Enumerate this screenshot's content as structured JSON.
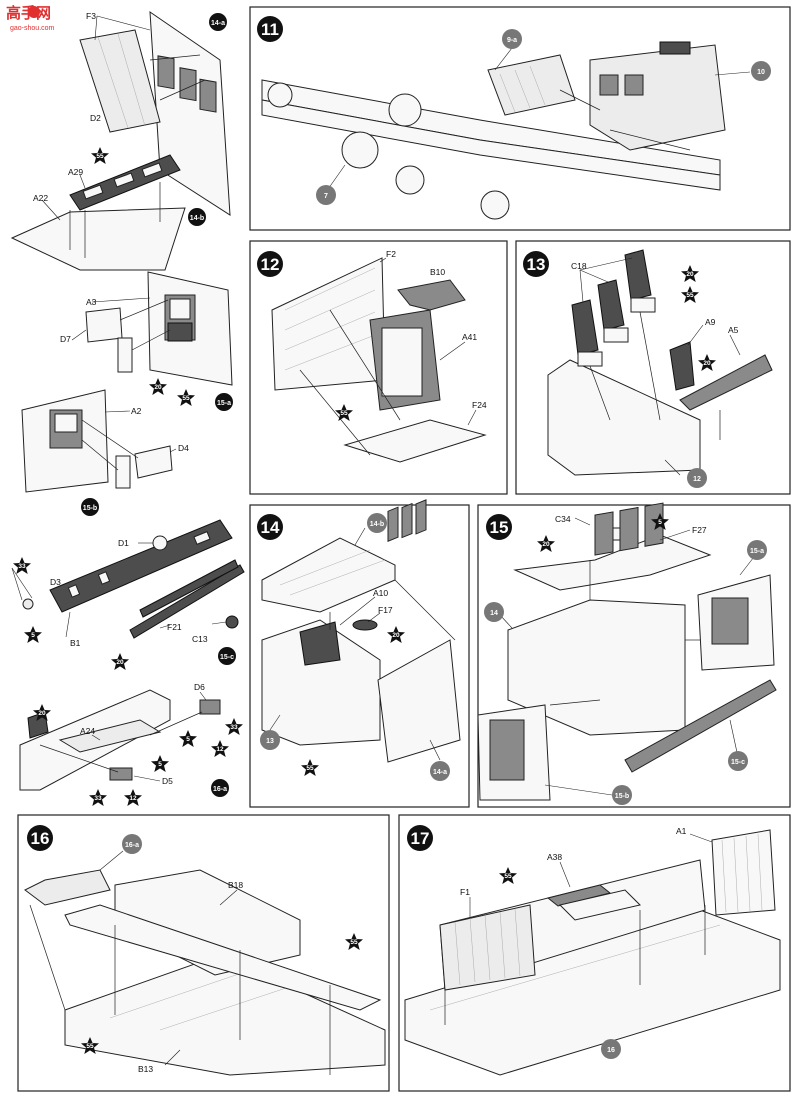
{
  "watermark": {
    "logo": "高手网",
    "url": "gao-shou.com"
  },
  "steps": [
    {
      "number": "11",
      "labels": [
        "9-a",
        "10",
        "7"
      ],
      "paints": []
    },
    {
      "number": "12",
      "labels": [
        "F2",
        "B10",
        "A41",
        "F24"
      ],
      "paints": [
        "55"
      ]
    },
    {
      "number": "13",
      "labels": [
        "C18",
        "A9",
        "A5",
        "12"
      ],
      "paints": [
        "20",
        "55",
        "20"
      ]
    },
    {
      "number": "14",
      "labels": [
        "14-b",
        "A10",
        "F17",
        "13",
        "14-a"
      ],
      "paints": [
        "20",
        "55"
      ]
    },
    {
      "number": "15",
      "labels": [
        "C34",
        "F27",
        "14",
        "15-a",
        "15-b",
        "15-c"
      ],
      "paints": [
        "5",
        "20"
      ]
    },
    {
      "number": "16",
      "labels": [
        "16-a",
        "B18",
        "B13"
      ],
      "paints": [
        "55",
        "55"
      ]
    },
    {
      "number": "17",
      "labels": [
        "A1",
        "A38",
        "F1",
        "16"
      ],
      "paints": [
        "55"
      ]
    }
  ],
  "subassemblies": {
    "a14a": {
      "badge": "14-a",
      "labels": [
        "F3",
        "D2"
      ]
    },
    "a14b": {
      "badge": "14-b",
      "labels": [
        "A29",
        "A22"
      ],
      "paints": [
        "55"
      ]
    },
    "a15a": {
      "badge": "15-a",
      "labels": [
        "A3",
        "D7"
      ],
      "paints": [
        "20",
        "55"
      ]
    },
    "a15b": {
      "badge": "15-b",
      "labels": [
        "A2",
        "D4"
      ]
    },
    "a15c": {
      "badge": "15-c",
      "labels": [
        "D1",
        "D3",
        "B1",
        "F21",
        "C13"
      ],
      "paints": [
        "33",
        "5",
        "20"
      ]
    },
    "a16a": {
      "badge": "16-a",
      "labels": [
        "D6",
        "A24",
        "D5"
      ],
      "paints": [
        "20",
        "5",
        "33",
        "12",
        "5",
        "33",
        "12"
      ]
    }
  },
  "colors": {
    "badge": "#111111",
    "sub_badge": "#555555",
    "ref_circle": "#777777",
    "paint_star": "#111111",
    "watermark": "#e03030"
  }
}
